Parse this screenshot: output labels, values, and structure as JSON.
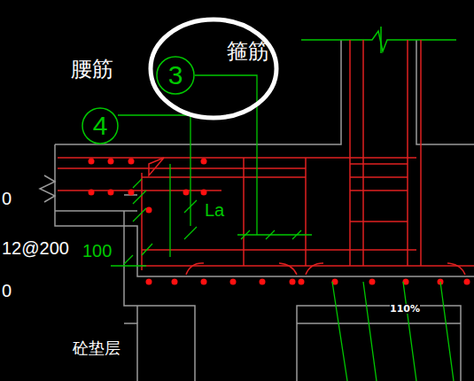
{
  "diagram": {
    "nodes": [
      {
        "text": [
          "箍筋"
        ]
      },
      {
        "text": [
          "3"
        ],
        "in": 0
      },
      {
        "text": [
          "腰筋",
          "4"
        ]
      }
    ],
    "labels": [
      "La",
      "100",
      "12@200",
      "0",
      "0",
      "砼垫层",
      "110%"
    ]
  }
}
